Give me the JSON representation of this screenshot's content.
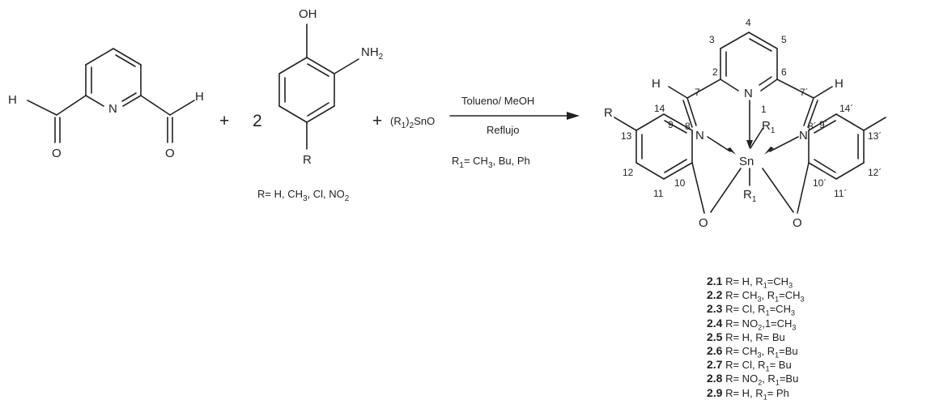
{
  "reaction": {
    "reactant_1": {
      "atoms": {
        "h_left": "H",
        "h_right": "H",
        "n": "N",
        "o_left": "O",
        "o_right": "O"
      }
    },
    "plus_1": "+",
    "coefficient": "2",
    "reactant_2": {
      "atoms": {
        "oh": "OH",
        "nh": "NH",
        "nh_sub": "2",
        "r": "R"
      },
      "substituents": {
        "prefix": "R= H, CH",
        "sub_1": "3",
        "mid": ", Cl, NO",
        "sub_2": "2"
      }
    },
    "plus_2": "+",
    "reactant_3": {
      "open": "(R",
      "sub_1": "1",
      "close": ")",
      "sub_2": "2",
      "tail": "SnO",
      "substituents": {
        "prefix": "R",
        "sub": "1",
        "suffix": "= CH",
        "sub_2": "3",
        "tail": ", Bu, Ph"
      }
    },
    "arrow": {
      "above": "Tolueno/ MeOH",
      "below": "Reflujo"
    },
    "product": {
      "atoms": {
        "h_left": "H",
        "h_right": "H",
        "n_py": "N",
        "n_left": "N",
        "n_right": "N",
        "sn": "Sn",
        "r1_top": "R",
        "r1_bottom": "R",
        "r1_sub": "1",
        "o_left": "O",
        "o_right": "O",
        "r_left": "R"
      },
      "numbering": [
        "1",
        "2",
        "3",
        "4",
        "5",
        "6",
        "7",
        "8",
        "9",
        "10",
        "11",
        "12",
        "13",
        "14",
        "7´",
        "8´",
        "9´",
        "10´",
        "11´",
        "12´",
        "13´",
        "14´"
      ]
    }
  },
  "compounds": [
    {
      "id": "2.1",
      "label": "R= H, R",
      "sub": "1",
      "rest": "=CH",
      "sub2": "3"
    },
    {
      "id": "2.2",
      "label": "R= CH",
      "sub": "3",
      "rest": ", R",
      "sub2": "1",
      "rest2": "=CH",
      "sub3": "3"
    },
    {
      "id": "2.3",
      "label": "R= Cl, R",
      "sub": "1",
      "rest": "=CH",
      "sub2": "3"
    },
    {
      "id": "2.4",
      "label": "R= NO",
      "sub": "2",
      "rest": ",1=CH",
      "sub2": "3"
    },
    {
      "id": "2.5",
      "label": "R= H, R= Bu"
    },
    {
      "id": "2.6",
      "label": "R= CH",
      "sub": "3",
      "rest": ", R",
      "sub2": "1",
      "rest2": "=Bu"
    },
    {
      "id": "2.7",
      "label": "R= Cl, R",
      "sub": "1",
      "rest": "= Bu"
    },
    {
      "id": "2.8",
      "label": "R= NO",
      "sub": "2",
      "rest": ", R",
      "sub2": "1",
      "rest2": "=Bu"
    },
    {
      "id": "2.9",
      "label": "R= H, R",
      "sub": "1",
      "rest": "= Ph"
    }
  ]
}
